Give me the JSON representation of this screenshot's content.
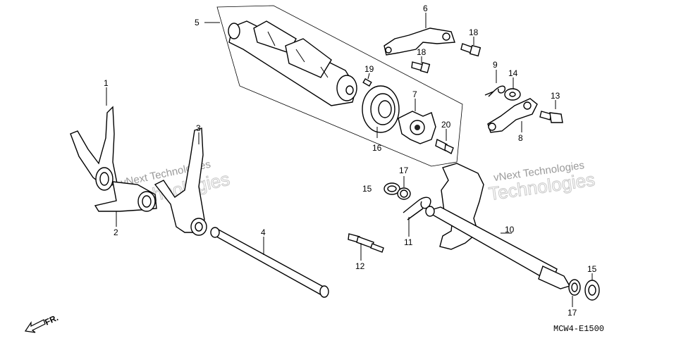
{
  "diagram": {
    "code": "MCW4-E1500",
    "front_marker": "FR.",
    "watermark": {
      "line1": "vNext Technologies",
      "line2": "Technologies"
    },
    "callouts": [
      "1",
      "2",
      "3",
      "4",
      "5",
      "6",
      "7",
      "8",
      "9",
      "10",
      "11",
      "12",
      "13",
      "14",
      "15",
      "15",
      "16",
      "17",
      "17",
      "18",
      "18",
      "19",
      "20"
    ]
  }
}
